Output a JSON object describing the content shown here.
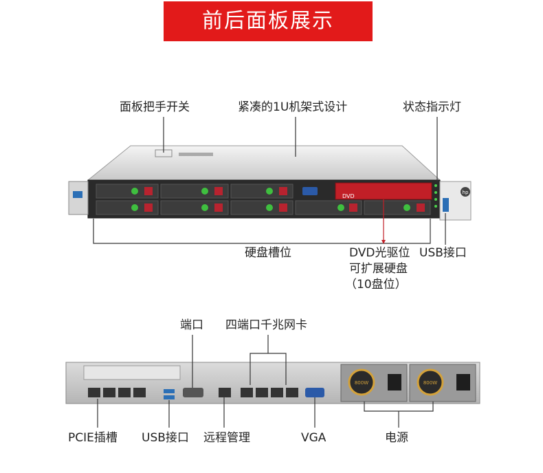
{
  "title": "前后面板展示",
  "front_labels": {
    "panel_handle": "面板把手开关",
    "compact_design": "紧凑的1U机架式设计",
    "status_led": "状态指示灯",
    "disk_slots": "硬盘槽位",
    "dvd_line1": "DVD光驱位",
    "dvd_line2": "可扩展硬盘",
    "dvd_line3": "（10盘位）",
    "usb_front": "USB接口"
  },
  "rear_labels": {
    "port": "端口",
    "quad_nic": "四端口千兆网卡",
    "pcie": "PCIE插槽",
    "usb_rear": "USB接口",
    "remote_mgmt": "远程管理",
    "vga": "VGA",
    "power": "电源"
  },
  "server_marks": {
    "dvd_text": "DVD",
    "brand": "hp",
    "psu_rating": "800W"
  }
}
